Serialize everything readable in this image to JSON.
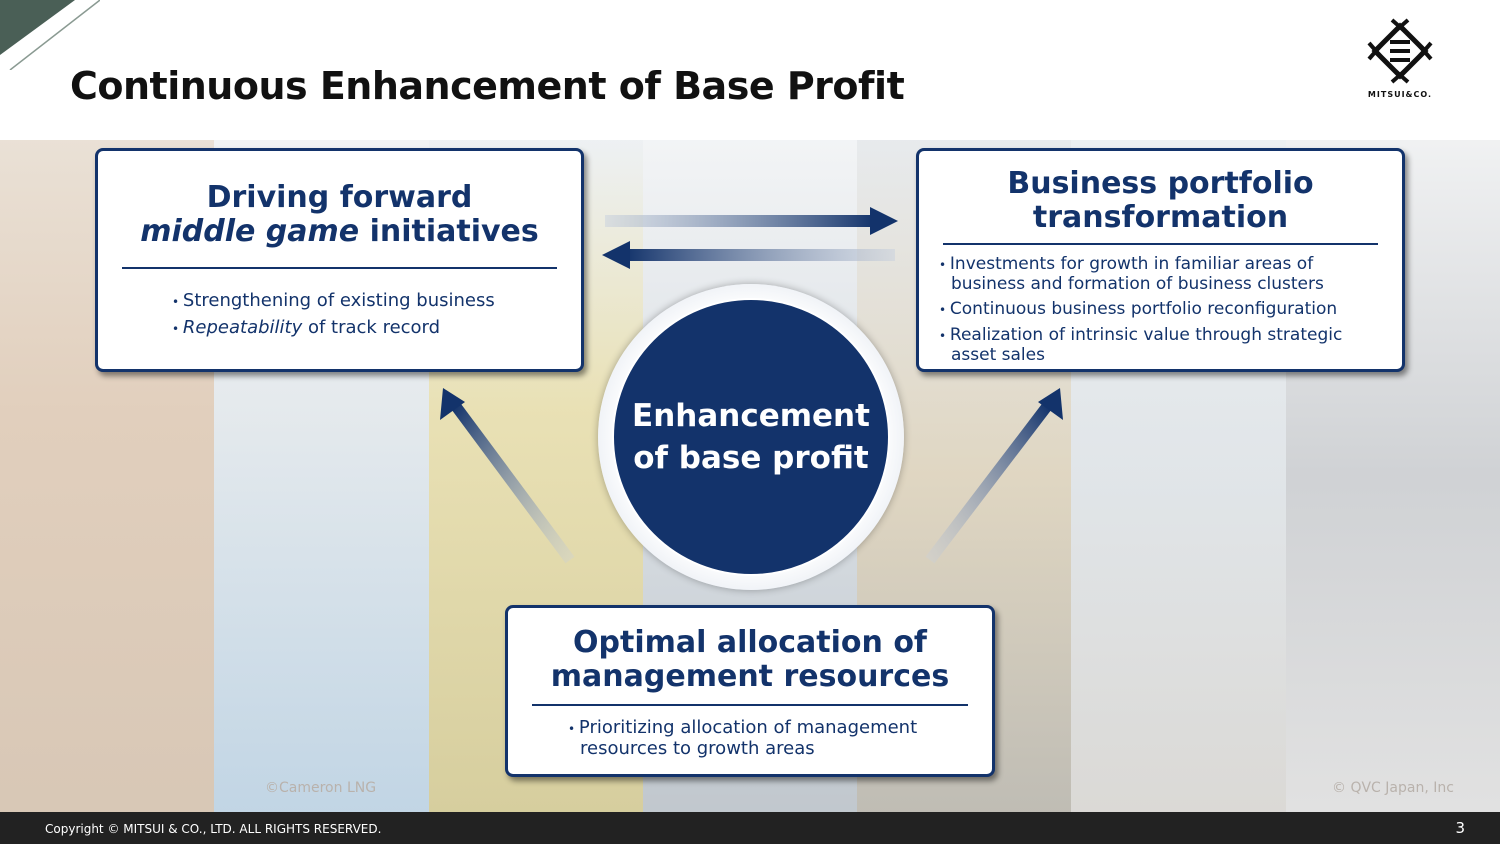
{
  "header": {
    "title": "Continuous Enhancement of Base Profit",
    "logo_text": "MITSUI&CO."
  },
  "center": {
    "line1": "Enhancement",
    "line2": "of base profit"
  },
  "box_left": {
    "title_line1": "Driving forward",
    "title_italic": "middle game",
    "title_rest": " initiatives",
    "bullets": [
      {
        "italic": "",
        "text": "Strengthening of existing business"
      },
      {
        "italic": "Repeatability",
        "text": " of track record"
      }
    ]
  },
  "box_right": {
    "title_line1": "Business portfolio",
    "title_line2": "transformation",
    "bullets": [
      "Investments for growth in familiar areas of business and formation of business clusters",
      "Continuous business portfolio reconfiguration",
      "Realization of intrinsic value through strategic asset sales"
    ]
  },
  "box_bottom": {
    "title_line1": "Optimal allocation of",
    "title_line2": "management resources",
    "bullets": [
      "Prioritizing allocation of management resources to growth areas"
    ]
  },
  "credits": {
    "left": "©Cameron LNG",
    "right": "© QVC Japan, Inc"
  },
  "footer": {
    "copyright": "Copyright © MITSUI & CO., LTD. ALL RIGHTS RESERVED.",
    "page": "3"
  },
  "colors": {
    "navy": "#13336b",
    "footer": "#222222"
  }
}
